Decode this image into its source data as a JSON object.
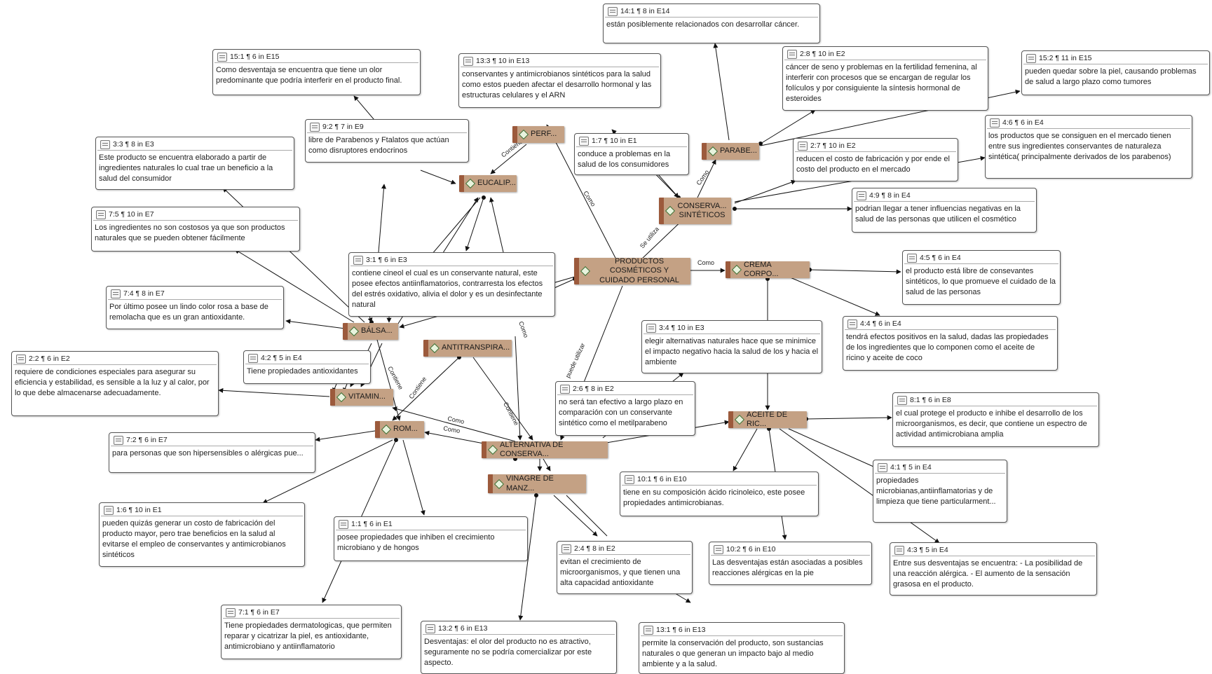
{
  "codes": {
    "productos": "PRODUCTOS COSMÉTICOS Y CUIDADO PERSONAL",
    "perf": "PERF...",
    "eucalip": "EUCALIP...",
    "parabe": "PARABE...",
    "conserva": "CONSERVA... SINTÉTICOS",
    "crema": "CREMA CORPO...",
    "balsa": "BÁLSA...",
    "antitrans": "ANTITRANSPIRA...",
    "vitamin": "VITAMIN...",
    "rom": "ROM...",
    "alternativa": "ALTERNATIVA DE CONSERVA...",
    "vinagre": "VINAGRE DE MANZ...",
    "aceite": "ACEITE DE RIC..."
  },
  "relations": {
    "contiene": "Contiene",
    "como": "Como",
    "se_utiliza": "Se utiliza",
    "puede_utilizar": "puede utilizar"
  },
  "quotes": {
    "q14_1": {
      "id": "14:1 ¶ 8 in E14",
      "text": "están posiblemente relacionados con  desarrollar cáncer."
    },
    "q15_1": {
      "id": "15:1 ¶ 6 in E15",
      "text": "Como desventaja se encuentra que tiene un olor predominante que podría interferir en el producto final."
    },
    "q13_3": {
      "id": "13:3 ¶ 10 in E13",
      "text": "conservantes y antimicrobianos sintéticos para la salud como estos pueden afectar el desarrollo hormonal y las estructuras celulares y el ARN"
    },
    "q2_8": {
      "id": "2:8 ¶ 10 in E2",
      "text": "cáncer de seno y problemas en la fertilidad femenina, al interferir con procesos que se encargan de regular los folículos y por consiguiente la síntesis hormonal de esteroides"
    },
    "q15_2": {
      "id": "15:2 ¶ 11 in E15",
      "text": "pueden quedar sobre la piel, causando problemas de salud a largo plazo como tumores"
    },
    "q9_2": {
      "id": "9:2 ¶ 7 in E9",
      "text": "libre de Parabenos y Ftalatos que actúan como disruptores endocrinos"
    },
    "q3_3": {
      "id": "3:3 ¶ 8 in E3",
      "text": "Este producto se encuentra elaborado a partir de ingredientes naturales lo cual trae un beneficio a la salud del consumidor"
    },
    "q1_7": {
      "id": "1:7 ¶ 10 in E1",
      "text": " conduce a problemas en la salud de los consumidores"
    },
    "q4_6": {
      "id": "4:6 ¶ 6 in E4",
      "text": " los productos que se consiguen en el mercado tienen entre sus ingredientes conservantes de naturaleza sintética( principalmente derivados de los parabenos)"
    },
    "q2_7": {
      "id": "2:7 ¶ 10 in E2",
      "text": "reducen el costo de fabricación y por ende el costo del producto en el mercado"
    },
    "q7_5": {
      "id": "7:5 ¶ 10 in E7",
      "text": "Los ingredientes no son costosos ya que son productos naturales que se pueden obtener fácilmente"
    },
    "q4_9": {
      "id": "4:9 ¶ 8 in E4",
      "text": "podrian llegar a tener influencias negativas en la salud de las personas que utilicen el cosmético"
    },
    "q3_1": {
      "id": "3:1 ¶ 6 in E3",
      "text": "contiene cineol el cual es un conservante natural, este posee efectos antiinflamatorios, contrarresta los efectos del estrés oxidativo, alivia el dolor y es un desinfectante natural"
    },
    "q4_5": {
      "id": "4:5 ¶ 6 in E4",
      "text": " el producto está libre de consevantes sintéticos, lo que promueve el cuidado de la salud de las personas"
    },
    "q7_4": {
      "id": "7:4 ¶ 8 in E7",
      "text": "Por último posee un lindo color rosa a base de remolacha que es un gran antioxidante."
    },
    "q4_4": {
      "id": "4:4 ¶ 6 in E4",
      "text": "tendrá efectos positivos en la salud, dadas las propiedades de los ingredientes que lo componen como el aceite de ricino y aceite de coco"
    },
    "q3_4": {
      "id": "3:4 ¶ 10 in E3",
      "text": "elegir alternativas naturales hace que se minimice el impacto negativo hacia la salud de los y hacia el ambiente"
    },
    "q2_2": {
      "id": "2:2 ¶ 6 in E2",
      "text": "requiere de condiciones especiales para asegurar su eficiencia y estabilidad, es sensible a la luz y al calor, por lo que debe almacenarse adecuadamente."
    },
    "q4_2": {
      "id": "4:2 ¶ 5 in E4",
      "text": "Tiene propiedades antioxidantes"
    },
    "q2_6": {
      "id": "2:6 ¶ 8 in E2",
      "text": "no será tan efectivo a largo plazo en comparación con un conservante sintético como el metilparabeno"
    },
    "q8_1": {
      "id": "8:1 ¶ 6 in E8",
      "text": "el cual protege el producto e inhibe el desarrollo de los microorganismos, es decir, que contiene un espectro de actividad antimicrobiana amplia"
    },
    "q7_2": {
      "id": "7:2 ¶ 6 in E7",
      "text": "para personas que son hipersensibles o alérgicas pue..."
    },
    "q4_1": {
      "id": "4:1 ¶ 5 in E4",
      "text": "propiedades microbianas,antiinflamatorias y de limpieza que tiene particularment..."
    },
    "q10_1": {
      "id": "10:1 ¶ 6 in E10",
      "text": "tiene en su composición ácido ricinoleico, este posee propiedades antimicrobianas."
    },
    "q1_6": {
      "id": "1:6 ¶ 10 in E1",
      "text": "pueden quizás generar un costo de fabricación del producto mayor, pero trae beneficios en la salud al evitarse el empleo de conservantes y antimicrobianos sintéticos"
    },
    "q1_1": {
      "id": "1:1 ¶ 6 in E1",
      "text": "posee propiedades que inhiben el crecimiento microbiano y de hongos"
    },
    "q2_4": {
      "id": "2:4 ¶ 8 in E2",
      "text": "evitan el crecimiento de microorganismos, y que tienen una alta capacidad antioxidante"
    },
    "q10_2": {
      "id": "10:2 ¶ 6 in E10",
      "text": "Las desventajas están asociadas a posibles reacciones alérgicas en la pie"
    },
    "q4_3": {
      "id": "4:3 ¶ 5 in E4",
      "text": "Entre sus desventajas se encuentra: - La posibilidad de una reacción alérgica. - El aumento de la sensación grasosa en el producto."
    },
    "q7_1": {
      "id": "7:1 ¶ 6 in E7",
      "text": "Tiene propiedades dermatologicas, que permiten reparar y cicatrizar la piel, es antioxidante, antimicrobiano y antiinflamatorio"
    },
    "q13_2": {
      "id": "13:2 ¶ 6 in E13",
      "text": "Desventajas: el olor del producto no es atractivo, seguramente no se podría comercializar por este aspecto."
    },
    "q13_1": {
      "id": "13:1 ¶ 6 in E13",
      "text": "permite la conservación del producto, son sustancias naturales o que generan un impacto bajo al medio ambiente y a la salud."
    }
  },
  "colors": {
    "code_fill": "#c4a184",
    "code_stripe": "#9c5a3c",
    "edge": "#111111"
  }
}
